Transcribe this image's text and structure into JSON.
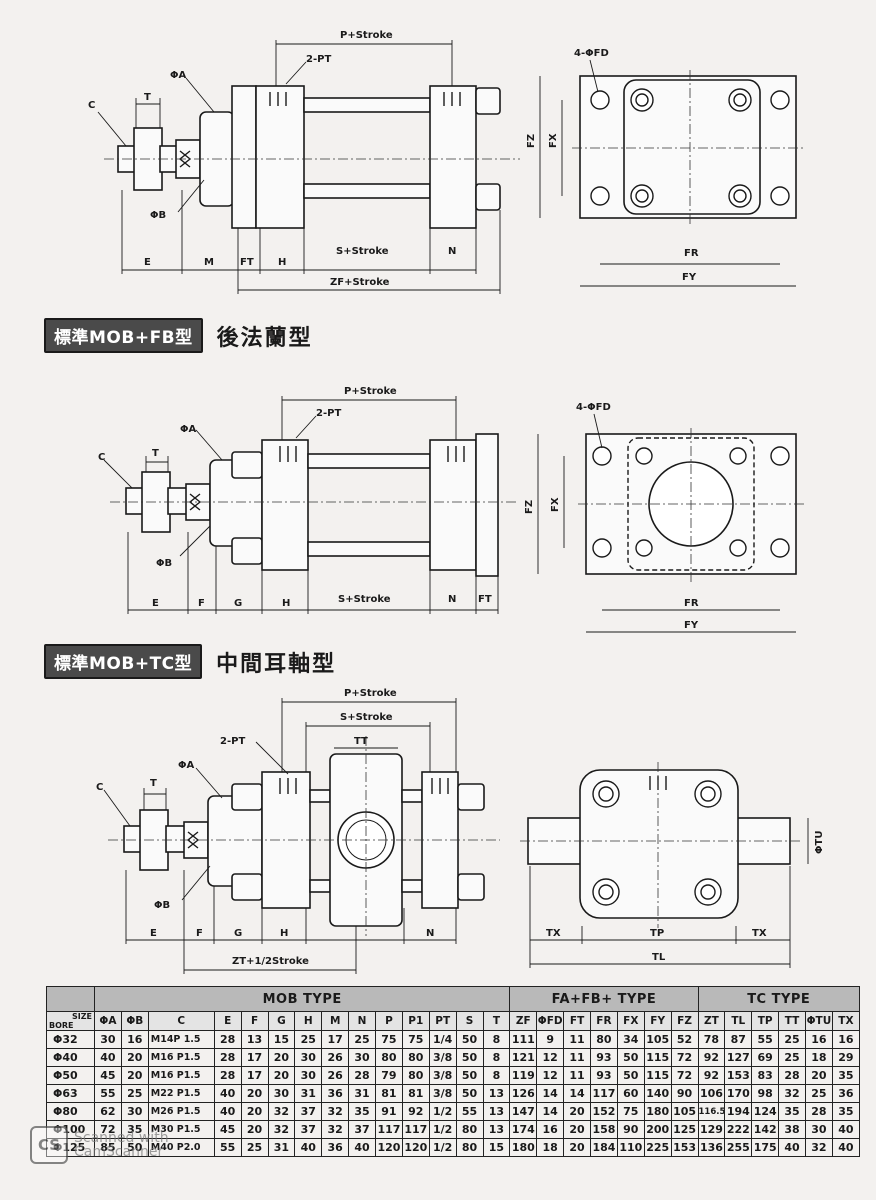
{
  "drawings": {
    "d1": {
      "labels": {
        "c": "C",
        "t": "T",
        "phi_a": "ΦA",
        "phi_b": "ΦB",
        "pt": "2-PT",
        "p_stroke": "P+Stroke",
        "e": "E",
        "m": "M",
        "ft": "FT",
        "h": "H",
        "s_stroke": "S+Stroke",
        "n": "N",
        "zf_stroke": "ZF+Stroke"
      },
      "side": {
        "fd": "4-ΦFD",
        "fz": "FZ",
        "fx": "FX",
        "fr": "FR",
        "fy": "FY"
      }
    },
    "d2": {
      "labels": {
        "c": "C",
        "t": "T",
        "phi_a": "ΦA",
        "phi_b": "ΦB",
        "pt": "2-PT",
        "p_stroke": "P+Stroke",
        "e": "E",
        "f": "F",
        "g": "G",
        "h": "H",
        "s_stroke": "S+Stroke",
        "n": "N",
        "ft": "FT"
      },
      "side": {
        "fd": "4-ΦFD",
        "fz": "FZ",
        "fx": "FX",
        "fr": "FR",
        "fy": "FY"
      }
    },
    "d3": {
      "labels": {
        "c": "C",
        "t": "T",
        "phi_a": "ΦA",
        "phi_b": "ΦB",
        "pt": "2-PT",
        "p_stroke": "P+Stroke",
        "s_stroke": "S+Stroke",
        "tt": "TT",
        "e": "E",
        "f": "F",
        "g": "G",
        "h": "H",
        "n": "N",
        "zt": "ZT+1/2Stroke"
      },
      "side": {
        "tu": "ΦTU",
        "tx_l": "TX",
        "tp": "TP",
        "tx_r": "TX",
        "tl": "TL"
      }
    }
  },
  "sections": {
    "fb": {
      "badge": "標準MOB+FB型",
      "title": "後法蘭型"
    },
    "tc": {
      "badge": "標準MOB+TC型",
      "title": "中間耳軸型"
    }
  },
  "table": {
    "groups": {
      "mob": "MOB TYPE",
      "fa": "FA+FB+ TYPE",
      "tc": "TC TYPE"
    },
    "size_label": "SIZE",
    "bore_label": "BORE",
    "headers": [
      "ΦA",
      "ΦB",
      "C",
      "E",
      "F",
      "G",
      "H",
      "M",
      "N",
      "P",
      "P1",
      "PT",
      "S",
      "T",
      "ZF",
      "ΦFD",
      "FT",
      "FR",
      "FX",
      "FY",
      "FZ",
      "ZT",
      "TL",
      "TP",
      "TT",
      "ΦTU",
      "TX"
    ],
    "rows": [
      {
        "bore": "Φ32",
        "cells": [
          "30",
          "16",
          "M14P  1.5",
          "28",
          "13",
          "15",
          "25",
          "17",
          "25",
          "75",
          "75",
          "1/4",
          "50",
          "8",
          "111",
          "9",
          "11",
          "80",
          "34",
          "105",
          "52",
          "78",
          "87",
          "55",
          "25",
          "16",
          "16"
        ]
      },
      {
        "bore": "Φ40",
        "cells": [
          "40",
          "20",
          "M16  P1.5",
          "28",
          "17",
          "20",
          "30",
          "26",
          "30",
          "80",
          "80",
          "3/8",
          "50",
          "8",
          "121",
          "12",
          "11",
          "93",
          "50",
          "115",
          "72",
          "92",
          "127",
          "69",
          "25",
          "18",
          "29"
        ]
      },
      {
        "bore": "Φ50",
        "cells": [
          "45",
          "20",
          "M16  P1.5",
          "28",
          "17",
          "20",
          "30",
          "26",
          "28",
          "79",
          "80",
          "3/8",
          "50",
          "8",
          "119",
          "12",
          "11",
          "93",
          "50",
          "115",
          "72",
          "92",
          "153",
          "83",
          "28",
          "20",
          "35"
        ]
      },
      {
        "bore": "Φ63",
        "cells": [
          "55",
          "25",
          "M22  P1.5",
          "40",
          "20",
          "30",
          "31",
          "36",
          "31",
          "81",
          "81",
          "3/8",
          "50",
          "13",
          "126",
          "14",
          "14",
          "117",
          "60",
          "140",
          "90",
          "106",
          "170",
          "98",
          "32",
          "25",
          "36"
        ]
      },
      {
        "bore": "Φ80",
        "cells": [
          "62",
          "30",
          "M26  P1.5",
          "40",
          "20",
          "32",
          "37",
          "32",
          "35",
          "91",
          "92",
          "1/2",
          "55",
          "13",
          "147",
          "14",
          "20",
          "152",
          "75",
          "180",
          "105",
          "116.5",
          "194",
          "124",
          "35",
          "28",
          "35"
        ]
      },
      {
        "bore": "Φ100",
        "cells": [
          "72",
          "35",
          "M30  P1.5",
          "45",
          "20",
          "32",
          "37",
          "32",
          "37",
          "117",
          "117",
          "1/2",
          "80",
          "13",
          "174",
          "16",
          "20",
          "158",
          "90",
          "200",
          "125",
          "129",
          "222",
          "142",
          "38",
          "30",
          "40"
        ]
      },
      {
        "bore": "Φ125",
        "cells": [
          "85",
          "50",
          "M40  P2.0",
          "55",
          "25",
          "31",
          "40",
          "36",
          "40",
          "120",
          "120",
          "1/2",
          "80",
          "15",
          "180",
          "18",
          "20",
          "184",
          "110",
          "225",
          "153",
          "136",
          "255",
          "175",
          "40",
          "32",
          "40"
        ]
      }
    ]
  },
  "watermark": {
    "logo": "CS",
    "line1": "Scanned with",
    "line2": "CamScanner"
  }
}
